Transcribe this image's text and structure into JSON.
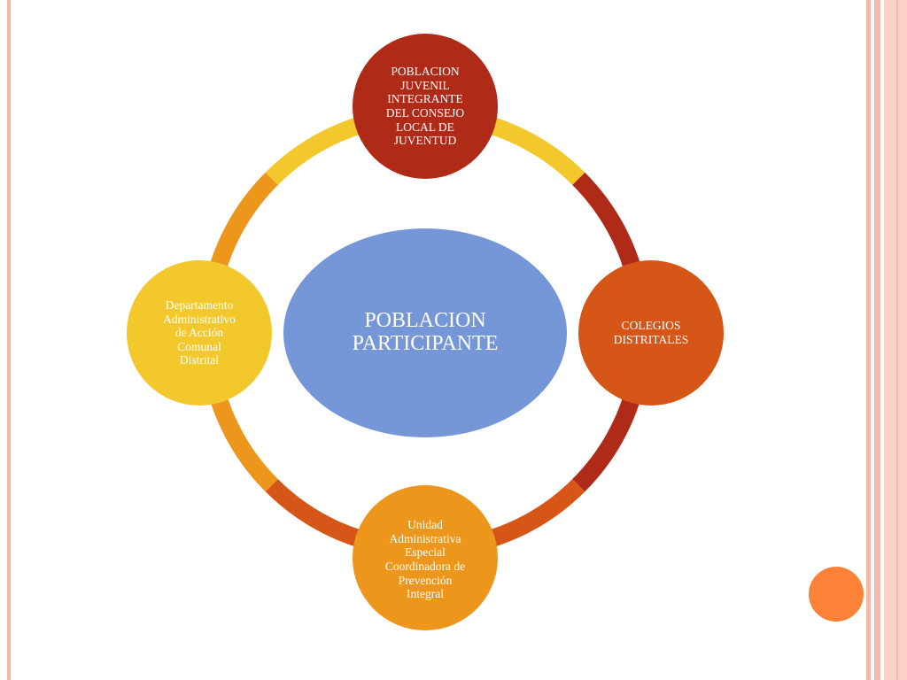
{
  "diagram": {
    "center": {
      "label": "POBLACION\nPARTICIPANTE",
      "color": "#7597d7"
    },
    "nodes": [
      {
        "id": "top",
        "label": "POBLACION\nJUVENIL\nINTEGRANTE\nDEL CONSEJO\nLOCAL DE\nJUVENTUD",
        "color": "#b02a18"
      },
      {
        "id": "right",
        "label": "COLEGIOS\nDISTRITALES",
        "color": "#d55616"
      },
      {
        "id": "bottom",
        "label": "Unidad\nAdministrativa\nEspecial\nCoordinadora de\nPrevención\nIntegral",
        "color": "#ec961c"
      },
      {
        "id": "left",
        "label": "Departamento\nAdministrativo\nde Acción\nComunal\nDistrital",
        "color": "#f2c82c"
      }
    ],
    "ring_arcs": [
      {
        "from": "top",
        "to": "right",
        "color": "#b02a18"
      },
      {
        "from": "right",
        "to": "bottom",
        "color": "#d55616"
      },
      {
        "from": "bottom",
        "to": "left",
        "color": "#ec961c"
      },
      {
        "from": "left",
        "to": "top",
        "color": "#f2c82c"
      }
    ]
  },
  "decor": {
    "frame_color": "#f6b8a8",
    "frame_light": "#fbd3c6",
    "corner_dot_color": "#fb8236"
  }
}
